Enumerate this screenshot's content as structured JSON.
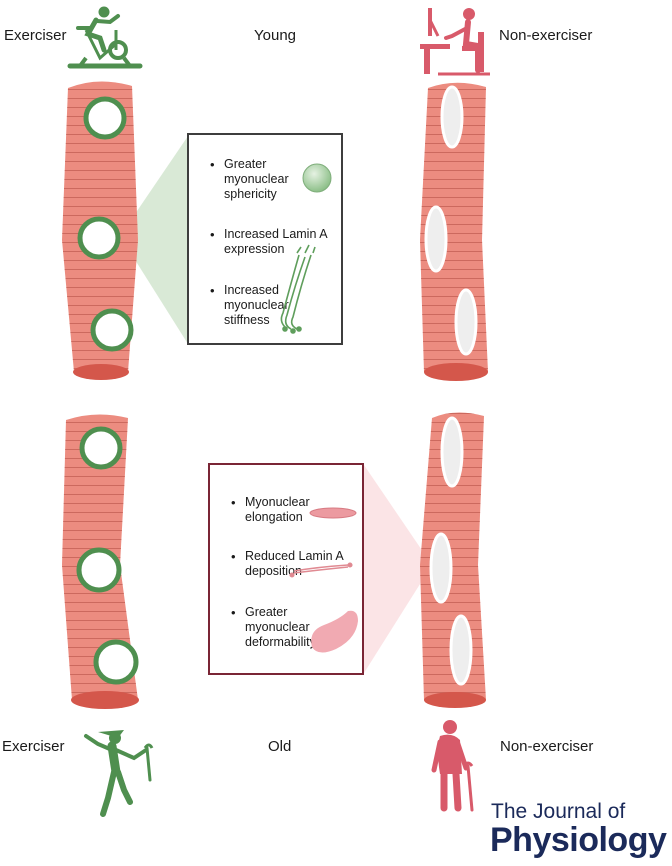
{
  "labels": {
    "young_exerciser": "Exerciser",
    "young": "Young",
    "young_non_exerciser": "Non-exerciser",
    "old_exerciser": "Exerciser",
    "old": "Old",
    "old_non_exerciser": "Non-exerciser"
  },
  "young_box": {
    "items": [
      "Greater myonuclear sphericity",
      "Increased Lamin A expression",
      "Increased myonuclear stiffness"
    ]
  },
  "old_box": {
    "items": [
      "Myonuclear elongation",
      "Reduced Lamin A deposition",
      "Greater myonuclear deformability"
    ]
  },
  "journal": {
    "line1": "The Journal of",
    "line2": "Physiology"
  },
  "colors": {
    "fiber": "#ec8c80",
    "fiber_stripe": "#c9655a",
    "fiber_end": "#d4574b",
    "exerciser_green": "#4f8f4f",
    "nonexerciser_pink": "#d85a6a",
    "journal_navy": "#1b2a5a"
  },
  "icons": [
    "bicycle-exerciser-icon",
    "desk-worker-icon",
    "elderly-walker-cane-icon",
    "elderly-standing-cane-icon"
  ]
}
